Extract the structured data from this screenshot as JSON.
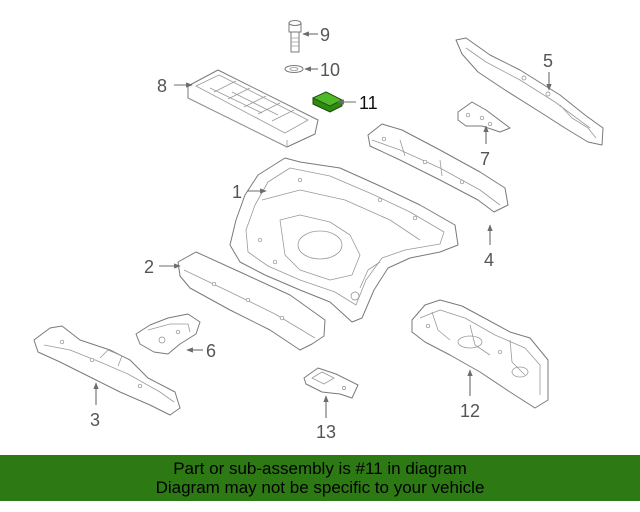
{
  "callouts": {
    "p1": "1",
    "p2": "2",
    "p3": "3",
    "p4": "4",
    "p5": "5",
    "p6": "6",
    "p7": "7",
    "p8": "8",
    "p9": "9",
    "p10": "10",
    "p11": "11",
    "p12": "12",
    "p13": "13"
  },
  "highlight": {
    "part": "11",
    "color": "#2f8a12"
  },
  "banner": {
    "line1": "Part or sub-assembly is #11 in diagram",
    "line2": "Diagram may not be specific to your vehicle",
    "color": "#2d7a14"
  }
}
